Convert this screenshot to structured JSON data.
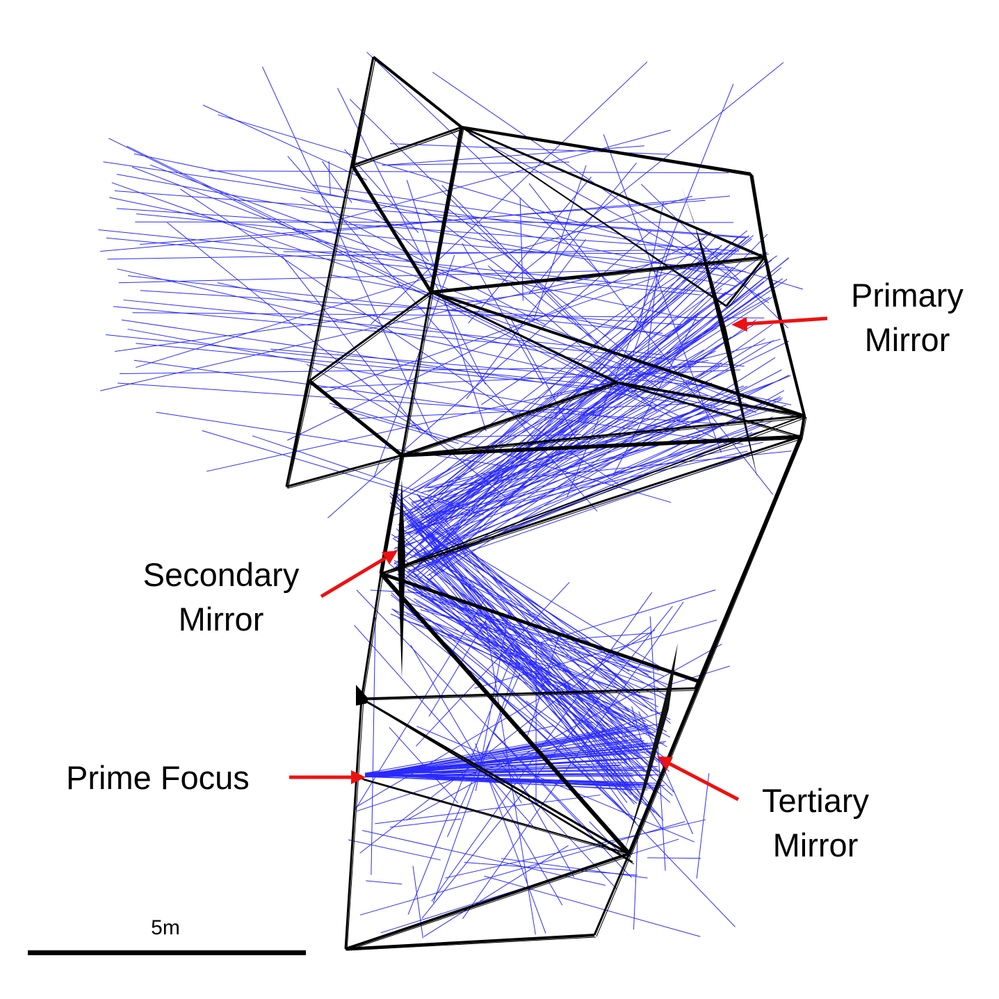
{
  "labels": {
    "primary_line1": "Primary",
    "primary_line2": "Mirror",
    "secondary_line1": "Secondary",
    "secondary_line2": "Mirror",
    "prime_focus": "Prime Focus",
    "tertiary_line1": "Tertiary",
    "tertiary_line2": "Mirror"
  },
  "scale_bar": {
    "label": "5m"
  },
  "colors": {
    "ray": "#1a1aff",
    "structure": "#000000",
    "arrow": "#ee1111",
    "background": "#ffffff"
  }
}
